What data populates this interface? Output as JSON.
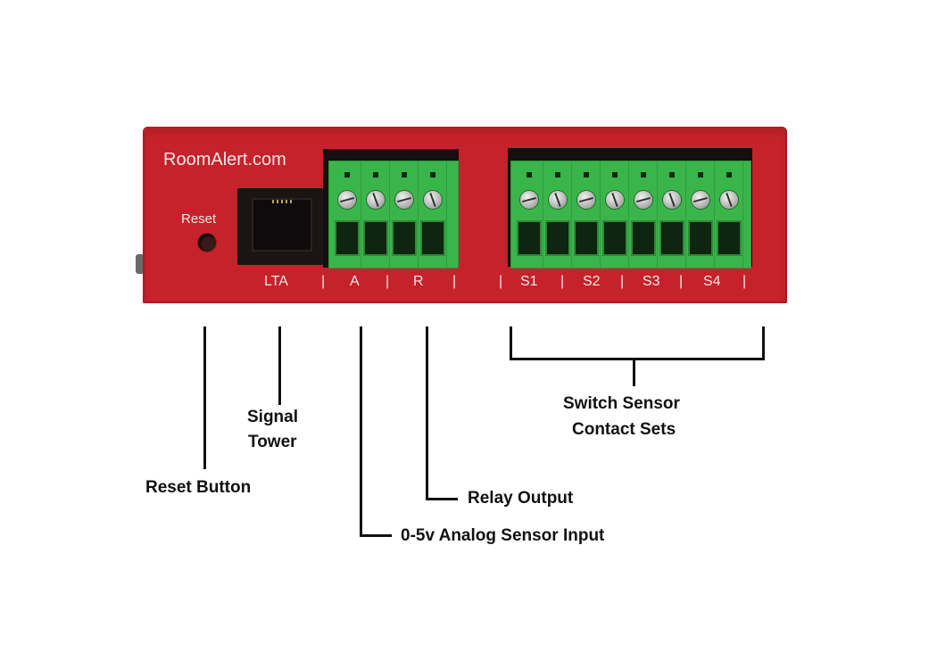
{
  "device": {
    "brand": "RoomAlert.com",
    "reset_label": "Reset",
    "port_labels": {
      "lta": "LTA",
      "a": "A",
      "r": "R",
      "s1": "S1",
      "s2": "S2",
      "s3": "S3",
      "s4": "S4"
    },
    "separator": "|",
    "colors": {
      "body": "#c6222b",
      "terminal_block": "#3ab54a",
      "jack": "#1a1414"
    },
    "analog_relay_terminals": 4,
    "switch_terminals": 8
  },
  "callouts": {
    "reset": "Reset Button",
    "signal_tower_line1": "Signal",
    "signal_tower_line2": "Tower",
    "analog": "0-5v Analog Sensor Input",
    "relay": "Relay Output",
    "switch_line1": "Switch Sensor",
    "switch_line2": "Contact Sets"
  }
}
